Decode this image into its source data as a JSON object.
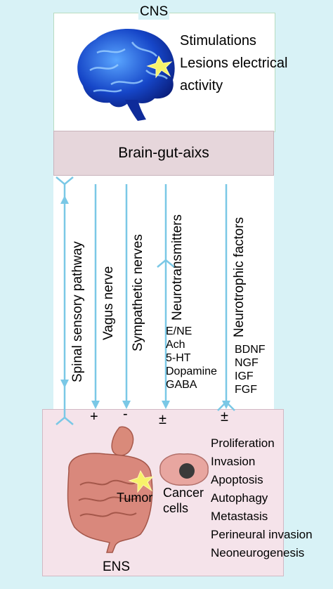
{
  "diagram": {
    "cns_label": "CNS",
    "ens_label": "ENS",
    "cns_effects": [
      "Stimulations",
      "Lesions electrical",
      "activity"
    ],
    "axis_label": "Brain-gut-aixs",
    "pathways": [
      {
        "label": "Spinal sensory pathway",
        "sign": ""
      },
      {
        "label": "Vagus nerve",
        "sign": "+"
      },
      {
        "label": "Sympathetic nerves",
        "sign": "-"
      },
      {
        "label": "Neurotransmitters",
        "sign": "±"
      },
      {
        "label": "Neurotrophic factors",
        "sign": "±"
      }
    ],
    "neurotransmitters": [
      "E/NE",
      "Ach",
      "5-HT",
      "Dopamine",
      "GABA"
    ],
    "neurotrophic_factors": [
      "BDNF",
      "NGF",
      "IGF",
      "FGF"
    ],
    "tumor_label": "Tumor",
    "cancer_cells_label": [
      "Cancer",
      "cells"
    ],
    "outcomes": [
      "Proliferation",
      "Invasion",
      "Apoptosis",
      "Autophagy",
      "Metastasis",
      "Perineural invasion",
      "Neoneurogenesis"
    ]
  }
}
